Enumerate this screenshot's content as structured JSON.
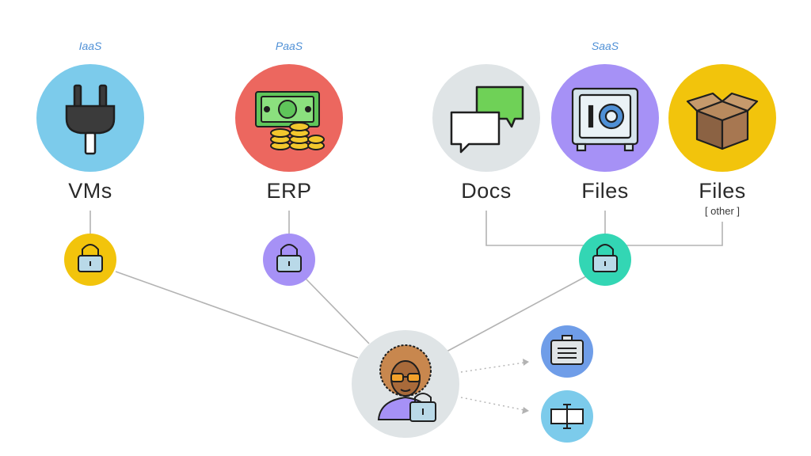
{
  "categories": {
    "iaas": "IaaS",
    "paas": "PaaS",
    "saas": "SaaS"
  },
  "services": {
    "vms": {
      "label": "VMs",
      "icon": "power-plug-icon",
      "color": "#7ccbeb"
    },
    "erp": {
      "label": "ERP",
      "icon": "money-coins-icon",
      "color": "#ec675f"
    },
    "docs": {
      "label": "Docs",
      "icon": "chat-bubbles-icon",
      "color": "#dfe4e6"
    },
    "files": {
      "label": "Files",
      "icon": "safe-icon",
      "color": "#a691f6"
    },
    "files_other": {
      "label": "Files",
      "sublabel": "[ other ]",
      "icon": "box-icon",
      "color": "#f2c40c"
    }
  },
  "locks": {
    "vms": {
      "icon": "padlock-icon",
      "color": "#f2c40c"
    },
    "erp": {
      "icon": "padlock-icon",
      "color": "#a691f6"
    },
    "saas": {
      "icon": "padlock-icon",
      "color": "#33d6b4"
    }
  },
  "user": {
    "icon": "user-with-lock-icon",
    "color": "#dfe4e6"
  },
  "outputs": [
    {
      "icon": "briefcase-icon",
      "color": "#6f9de8"
    },
    {
      "icon": "scroll-icon",
      "color": "#7ccbeb"
    }
  ],
  "colors": {
    "connector": "#b3b3b3",
    "category_text": "#4f90d6",
    "label_text": "#2a2a2a"
  }
}
